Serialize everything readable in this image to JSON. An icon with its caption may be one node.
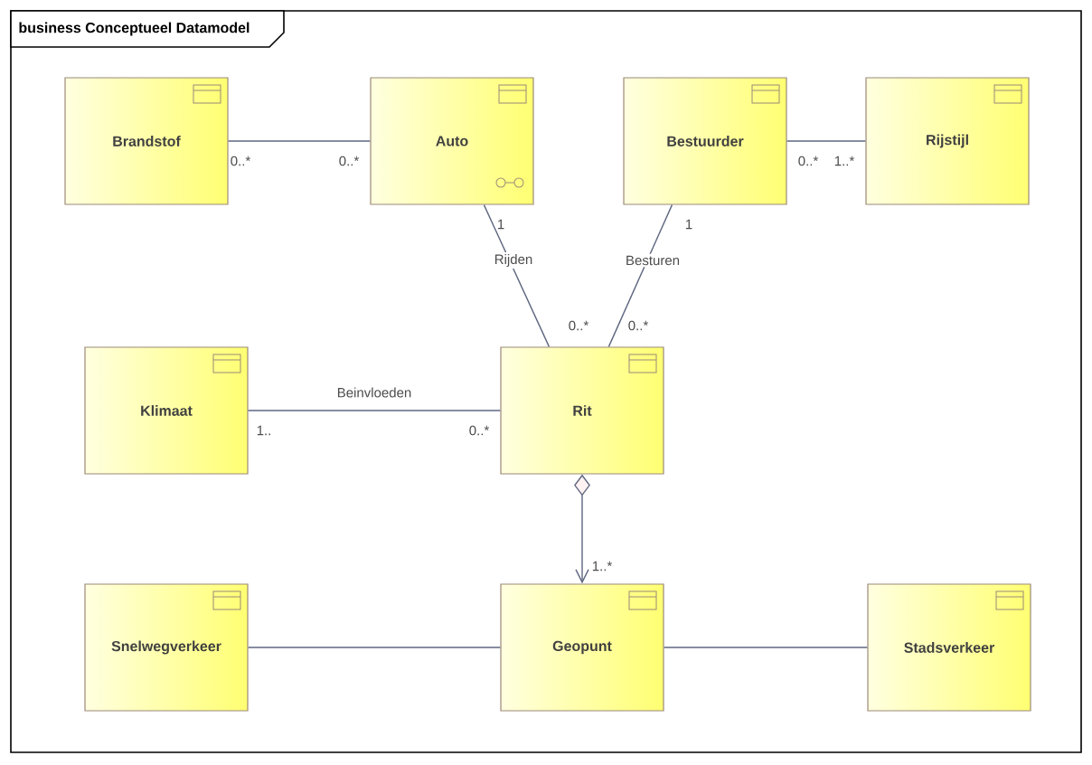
{
  "diagram": {
    "title": "business Conceptueel Datamodel",
    "nodes": [
      {
        "text": [
          "Brandstof"
        ]
      },
      {
        "text": [
          "Auto"
        ]
      },
      {
        "text": [
          "Bestuurder"
        ]
      },
      {
        "text": [
          "Rijstijl"
        ]
      },
      {
        "text": [
          "Klimaat"
        ]
      },
      {
        "text": [
          "Rit"
        ]
      },
      {
        "text": [
          "Snelwegverkeer"
        ]
      },
      {
        "text": [
          "Geopunt"
        ]
      },
      {
        "text": [
          "Stadsverkeer"
        ]
      }
    ],
    "edges": [
      {
        "from": 0,
        "to": 1,
        "arrow": "none"
      },
      {
        "from": 2,
        "to": 3,
        "arrow": "none"
      },
      {
        "from": 1,
        "to": 5,
        "arrow": "none",
        "label": "Rijden"
      },
      {
        "from": 2,
        "to": 5,
        "arrow": "none",
        "label": "Besturen"
      },
      {
        "from": 4,
        "to": 5,
        "arrow": "none",
        "label": "Beinvloeden"
      },
      {
        "from": 5,
        "to": 7,
        "arrow": "to"
      },
      {
        "from": 6,
        "to": 7,
        "arrow": "none"
      },
      {
        "from": 7,
        "to": 8,
        "arrow": "none"
      }
    ],
    "labels": [
      "0..*",
      "0..*",
      "0..*",
      "1..*",
      "1",
      "1",
      "0..*",
      "0..*",
      "1..",
      "0..*",
      "1..*"
    ]
  }
}
